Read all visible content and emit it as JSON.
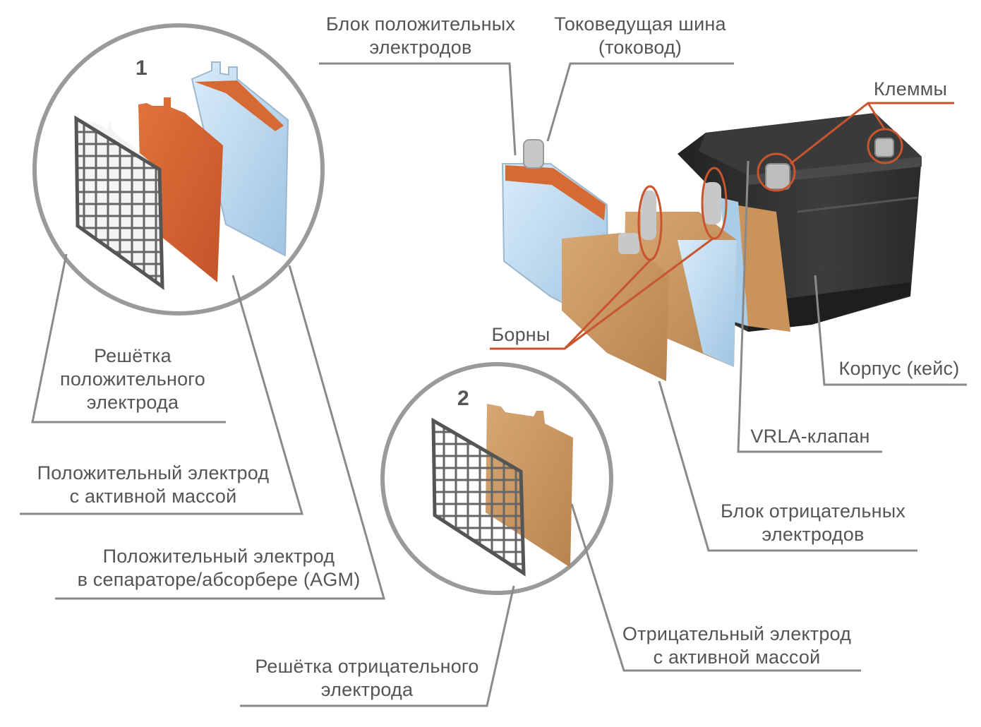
{
  "circle1": {
    "number": "1"
  },
  "circle2": {
    "number": "2"
  },
  "labels": {
    "positive_block": [
      "Блок положительных",
      "электродов"
    ],
    "busbar": [
      "Токоведущая шина",
      "(токовод)"
    ],
    "terminals": [
      "Клеммы"
    ],
    "posts": [
      "Борны"
    ],
    "case": [
      "Корпус (кейс)"
    ],
    "vrla": [
      "VRLA-клапан"
    ],
    "negative_block": [
      "Блок отрицательных",
      "электродов"
    ],
    "positive_grid": [
      "Решётка",
      "положительного",
      "электрода"
    ],
    "positive_electrode": [
      "Положительный электрод",
      "с активной массой"
    ],
    "positive_agm": [
      "Положительный электрод",
      "в сепараторе/абсорбере (AGM)"
    ],
    "negative_grid": [
      "Решётка отрицательного",
      "электрода"
    ],
    "negative_electrode": [
      "Отрицательный электрод",
      "с активной массой"
    ]
  },
  "colors": {
    "leader_gray": "#8a8a8a",
    "leader_red": "#c8552e",
    "circle_border": "#9a9a9a",
    "positive_plate": "#d4612e",
    "negative_plate": "#c9935a",
    "separator": "#b8d6ee",
    "case_dark": "#2f2f2f"
  }
}
